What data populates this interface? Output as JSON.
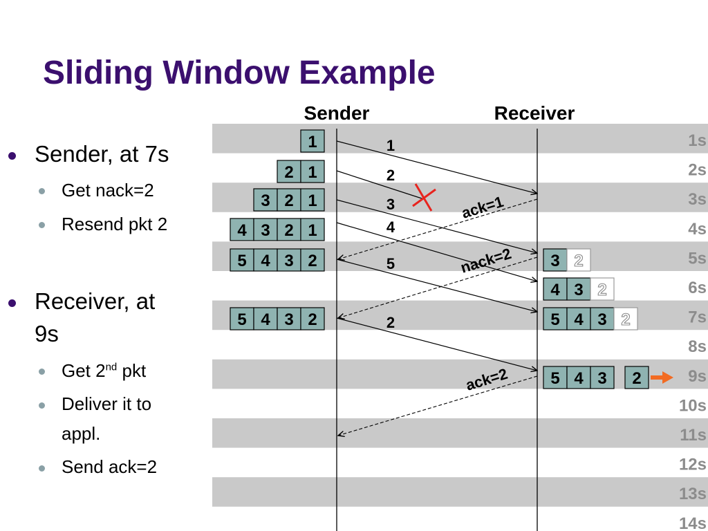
{
  "title": "Sliding Window Example",
  "bullets": {
    "sender": {
      "heading": "Sender, at 7s",
      "items": [
        "Get nack=2",
        "Resend pkt 2"
      ]
    },
    "receiver": {
      "heading_line1": "Receiver, at",
      "heading_line2": "9s",
      "get_prefix": "Get 2",
      "get_sup": "nd",
      "get_suffix": " pkt",
      "deliver_line1": "Deliver it to",
      "deliver_line2": "appl.",
      "send": "Send ack=2"
    }
  },
  "headers": {
    "sender": "Sender",
    "receiver": "Receiver"
  },
  "times": [
    "1s",
    "2s",
    "3s",
    "4s",
    "5s",
    "6s",
    "7s",
    "8s",
    "9s",
    "10s",
    "11s",
    "12s",
    "13s",
    "14s"
  ],
  "sender_windows": [
    {
      "cells": [
        "1"
      ]
    },
    {
      "cells": [
        "2",
        "1"
      ]
    },
    {
      "cells": [
        "3",
        "2",
        "1"
      ]
    },
    {
      "cells": [
        "4",
        "3",
        "2",
        "1"
      ]
    },
    {
      "cells": [
        "5",
        "4",
        "3",
        "2"
      ]
    },
    {
      "cells": [
        "5",
        "4",
        "3",
        "2"
      ]
    }
  ],
  "receiver_buffers": [
    {
      "cells": [
        {
          "v": "3",
          "s": "f"
        },
        {
          "v": "2",
          "s": "o"
        }
      ]
    },
    {
      "cells": [
        {
          "v": "4",
          "s": "f"
        },
        {
          "v": "3",
          "s": "f"
        },
        {
          "v": "2",
          "s": "o"
        }
      ]
    },
    {
      "cells": [
        {
          "v": "5",
          "s": "f"
        },
        {
          "v": "4",
          "s": "f"
        },
        {
          "v": "3",
          "s": "f"
        },
        {
          "v": "2",
          "s": "o"
        }
      ]
    },
    {
      "cells": [
        {
          "v": "5",
          "s": "f"
        },
        {
          "v": "4",
          "s": "f"
        },
        {
          "v": "3",
          "s": "f"
        }
      ],
      "extra": "2"
    }
  ],
  "packets": [
    {
      "label": "1",
      "lost": false
    },
    {
      "label": "2",
      "lost": true
    },
    {
      "label": "3",
      "lost": false
    },
    {
      "label": "4",
      "lost": false
    },
    {
      "label": "5",
      "lost": false
    },
    {
      "label": "2",
      "lost": false
    }
  ],
  "acks": [
    {
      "label": "ack=1"
    },
    {
      "label": "nack=2"
    },
    {
      "label": "ack=2"
    }
  ],
  "colors": {
    "band": "#c9c9c9",
    "cell_fill": "#8fb3b1",
    "time_text": "#8c8c8c",
    "title": "#3b0f6e",
    "loss_mark": "#e8231d",
    "deliver_arrow": "#f26b22"
  },
  "icons": {
    "loss": "x-mark-icon",
    "deliver": "right-arrow-icon"
  }
}
